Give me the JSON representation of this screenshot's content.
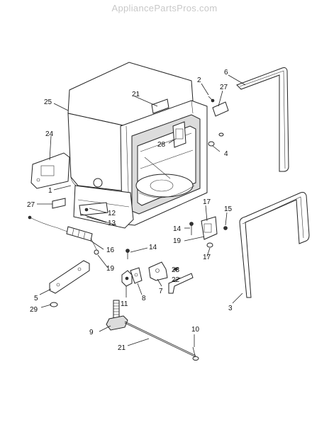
{
  "watermark": "AppliancePartsPros.com",
  "callouts": [
    "1",
    "2",
    "3",
    "4",
    "5",
    "6",
    "7",
    "8",
    "9",
    "10",
    "11",
    "12",
    "13",
    "14",
    "14",
    "15",
    "16",
    "17",
    "18",
    "19",
    "20",
    "21",
    "22",
    "23",
    "24",
    "25",
    "26",
    "27",
    "27",
    "28",
    "29"
  ],
  "icons": [
    "tub-assembly",
    "door-gasket",
    "tub-gasket",
    "hinge-bracket",
    "drain-hose",
    "leveling-leg"
  ]
}
